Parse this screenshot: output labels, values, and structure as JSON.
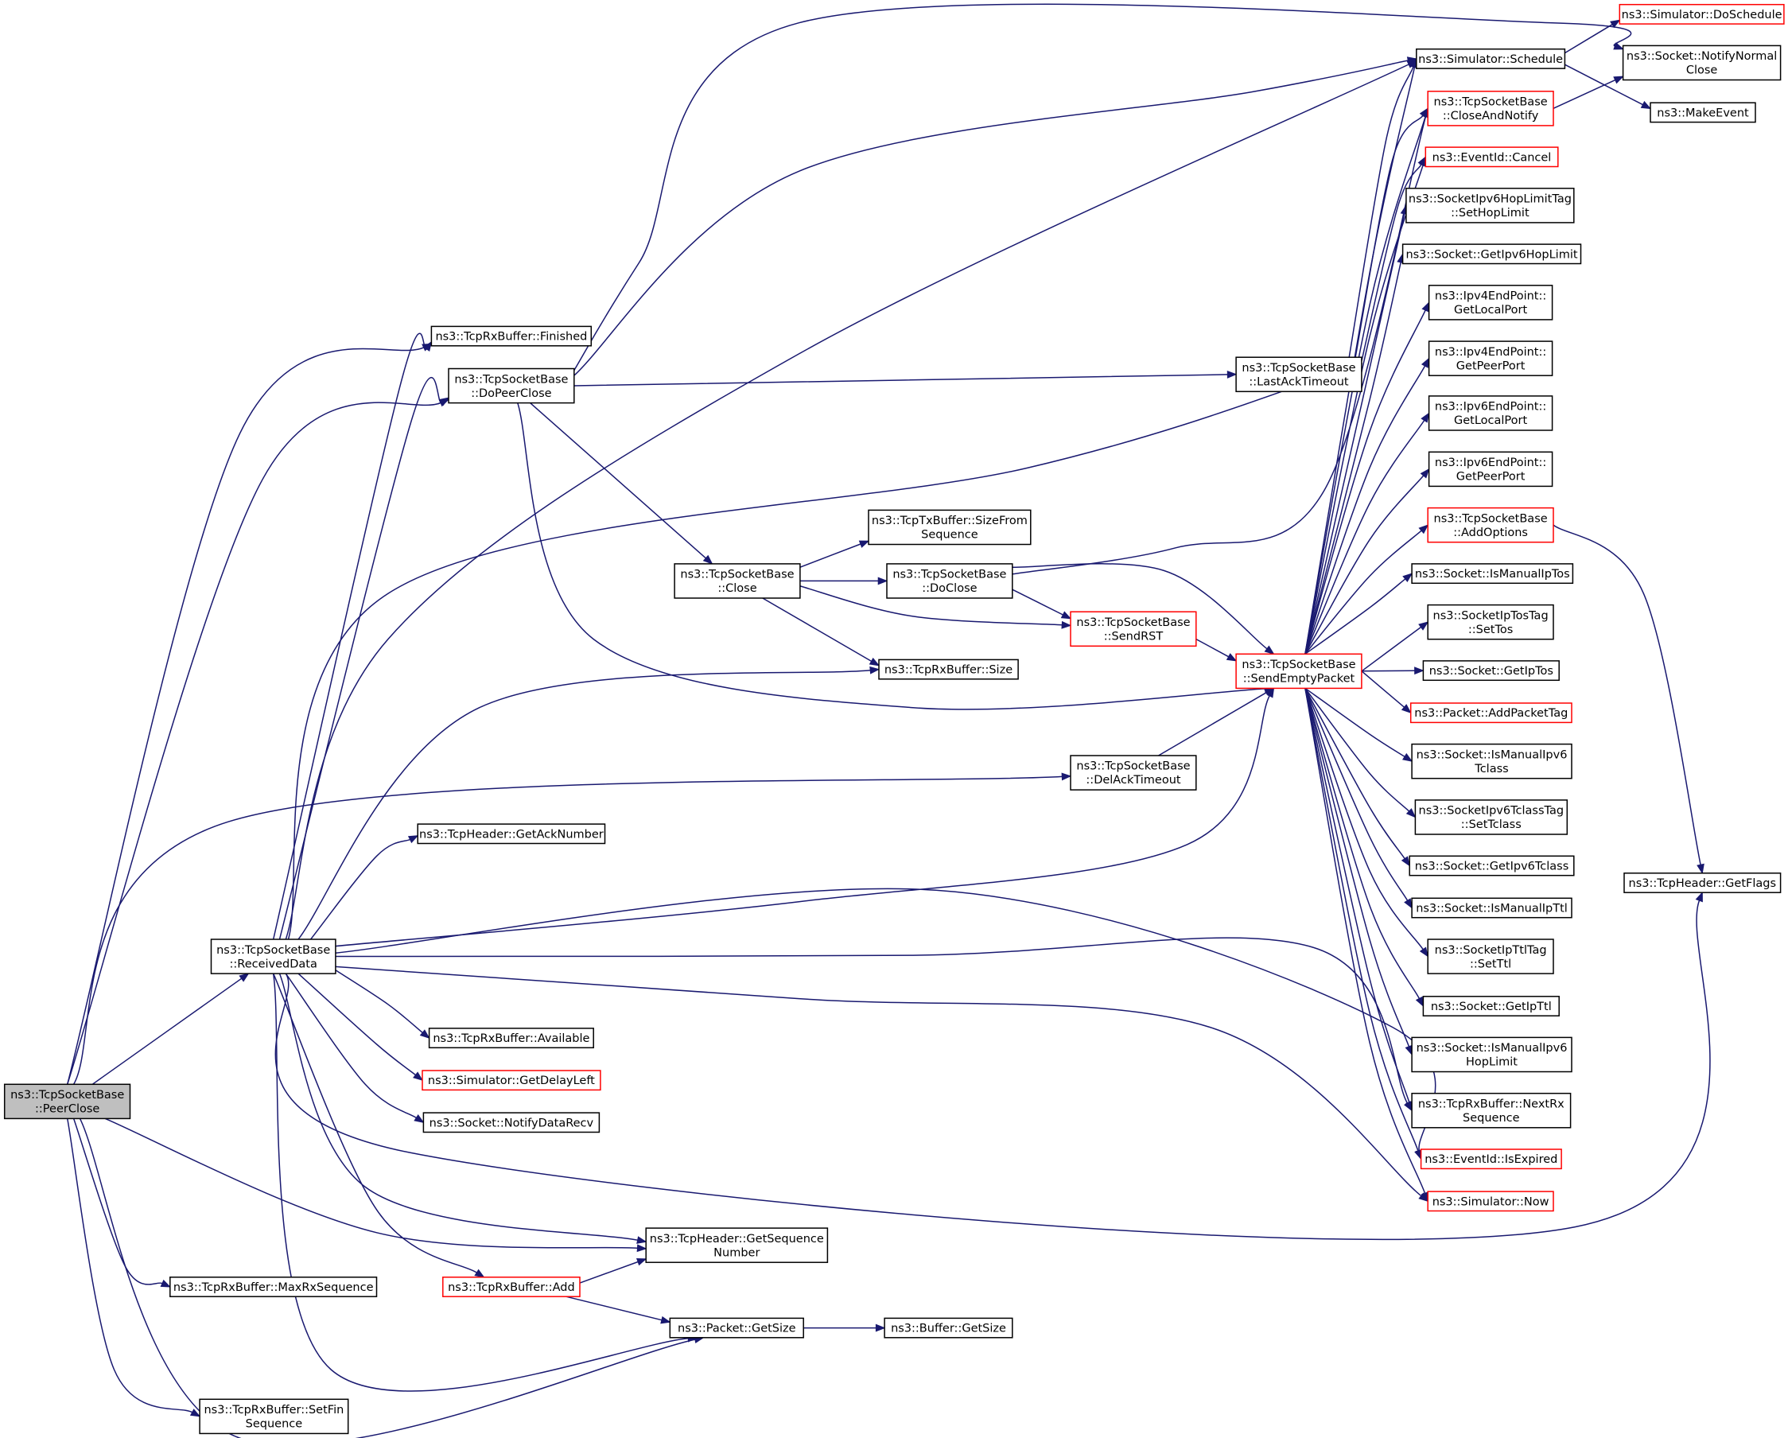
{
  "colors": {
    "edge": "#191970",
    "node_border": "#000000",
    "node_border_incomplete": "#ff0000",
    "focus_fill": "#bfbfbf",
    "background": "#ffffff"
  },
  "nodes": {
    "n_peerclose": {
      "lines": [
        "ns3::TcpSocketBase",
        "::PeerClose"
      ],
      "style": "focus"
    },
    "n_receiveddata": {
      "lines": [
        "ns3::TcpSocketBase",
        "::ReceivedData"
      ],
      "style": "normal"
    },
    "n_finished": {
      "lines": [
        "ns3::TcpRxBuffer::Finished"
      ],
      "style": "normal"
    },
    "n_dopeerclose": {
      "lines": [
        "ns3::TcpSocketBase",
        "::DoPeerClose"
      ],
      "style": "normal"
    },
    "n_maxrxseq": {
      "lines": [
        "ns3::TcpRxBuffer::MaxRxSequence"
      ],
      "style": "normal"
    },
    "n_setfinseq": {
      "lines": [
        "ns3::TcpRxBuffer::SetFin",
        "Sequence"
      ],
      "style": "normal"
    },
    "n_getackno": {
      "lines": [
        "ns3::TcpHeader::GetAckNumber"
      ],
      "style": "normal"
    },
    "n_available": {
      "lines": [
        "ns3::TcpRxBuffer::Available"
      ],
      "style": "normal"
    },
    "n_getdelayleft": {
      "lines": [
        "ns3::Simulator::GetDelayLeft"
      ],
      "style": "incomplete"
    },
    "n_notifydatarecv": {
      "lines": [
        "ns3::Socket::NotifyDataRecv"
      ],
      "style": "normal"
    },
    "n_rxadd": {
      "lines": [
        "ns3::TcpRxBuffer::Add"
      ],
      "style": "incomplete"
    },
    "n_getseqno": {
      "lines": [
        "ns3::TcpHeader::GetSequence",
        "Number"
      ],
      "style": "normal"
    },
    "n_pktgetsize": {
      "lines": [
        "ns3::Packet::GetSize"
      ],
      "style": "normal"
    },
    "n_bufgetsize": {
      "lines": [
        "ns3::Buffer::GetSize"
      ],
      "style": "normal"
    },
    "n_close": {
      "lines": [
        "ns3::TcpSocketBase",
        "::Close"
      ],
      "style": "normal"
    },
    "n_txsizefrom": {
      "lines": [
        "ns3::TcpTxBuffer::SizeFrom",
        "Sequence"
      ],
      "style": "normal"
    },
    "n_doclose": {
      "lines": [
        "ns3::TcpSocketBase",
        "::DoClose"
      ],
      "style": "normal"
    },
    "n_rxsize": {
      "lines": [
        "ns3::TcpRxBuffer::Size"
      ],
      "style": "normal"
    },
    "n_sendrst": {
      "lines": [
        "ns3::TcpSocketBase",
        "::SendRST"
      ],
      "style": "incomplete"
    },
    "n_delacktimeout": {
      "lines": [
        "ns3::TcpSocketBase",
        "::DelAckTimeout"
      ],
      "style": "normal"
    },
    "n_lastacktimeout": {
      "lines": [
        "ns3::TcpSocketBase",
        "::LastAckTimeout"
      ],
      "style": "normal"
    },
    "n_sendempty": {
      "lines": [
        "ns3::TcpSocketBase",
        "::SendEmptyPacket"
      ],
      "style": "incomplete"
    },
    "n_schedule": {
      "lines": [
        "ns3::Simulator::Schedule"
      ],
      "style": "normal"
    },
    "n_closenotify": {
      "lines": [
        "ns3::TcpSocketBase",
        "::CloseAndNotify"
      ],
      "style": "incomplete"
    },
    "n_evcancel": {
      "lines": [
        "ns3::EventId::Cancel"
      ],
      "style": "incomplete"
    },
    "n_sethoplimit": {
      "lines": [
        "ns3::SocketIpv6HopLimitTag",
        "::SetHopLimit"
      ],
      "style": "normal"
    },
    "n_getipv6hoplimit": {
      "lines": [
        "ns3::Socket::GetIpv6HopLimit"
      ],
      "style": "normal"
    },
    "n_ip4localport": {
      "lines": [
        "ns3::Ipv4EndPoint::",
        "GetLocalPort"
      ],
      "style": "normal"
    },
    "n_ip4peerport": {
      "lines": [
        "ns3::Ipv4EndPoint::",
        "GetPeerPort"
      ],
      "style": "normal"
    },
    "n_ip6localport": {
      "lines": [
        "ns3::Ipv6EndPoint::",
        "GetLocalPort"
      ],
      "style": "normal"
    },
    "n_ip6peerport": {
      "lines": [
        "ns3::Ipv6EndPoint::",
        "GetPeerPort"
      ],
      "style": "normal"
    },
    "n_addoptions": {
      "lines": [
        "ns3::TcpSocketBase",
        "::AddOptions"
      ],
      "style": "incomplete"
    },
    "n_ismanualiptos": {
      "lines": [
        "ns3::Socket::IsManualIpTos"
      ],
      "style": "normal"
    },
    "n_settos": {
      "lines": [
        "ns3::SocketIpTosTag",
        "::SetTos"
      ],
      "style": "normal"
    },
    "n_getiptos": {
      "lines": [
        "ns3::Socket::GetIpTos"
      ],
      "style": "normal"
    },
    "n_addpackettag": {
      "lines": [
        "ns3::Packet::AddPacketTag"
      ],
      "style": "incomplete"
    },
    "n_ismanualipv6tclass": {
      "lines": [
        "ns3::Socket::IsManualIpv6",
        "Tclass"
      ],
      "style": "normal"
    },
    "n_settclass": {
      "lines": [
        "ns3::SocketIpv6TclassTag",
        "::SetTclass"
      ],
      "style": "normal"
    },
    "n_getipv6tclass": {
      "lines": [
        "ns3::Socket::GetIpv6Tclass"
      ],
      "style": "normal"
    },
    "n_ismanualipttl": {
      "lines": [
        "ns3::Socket::IsManualIpTtl"
      ],
      "style": "normal"
    },
    "n_setttl": {
      "lines": [
        "ns3::SocketIpTtlTag",
        "::SetTtl"
      ],
      "style": "normal"
    },
    "n_getipttl": {
      "lines": [
        "ns3::Socket::GetIpTtl"
      ],
      "style": "normal"
    },
    "n_ismanualipv6hop": {
      "lines": [
        "ns3::Socket::IsManualIpv6",
        "HopLimit"
      ],
      "style": "normal"
    },
    "n_nextrxseq": {
      "lines": [
        "ns3::TcpRxBuffer::NextRx",
        "Sequence"
      ],
      "style": "normal"
    },
    "n_isexpired": {
      "lines": [
        "ns3::EventId::IsExpired"
      ],
      "style": "incomplete"
    },
    "n_simnow": {
      "lines": [
        "ns3::Simulator::Now"
      ],
      "style": "incomplete"
    },
    "n_doschedule": {
      "lines": [
        "ns3::Simulator::DoSchedule"
      ],
      "style": "incomplete"
    },
    "n_notifynormalclose": {
      "lines": [
        "ns3::Socket::NotifyNormal",
        "Close"
      ],
      "style": "normal"
    },
    "n_makeevent": {
      "lines": [
        "ns3::MakeEvent"
      ],
      "style": "normal"
    },
    "n_getflags": {
      "lines": [
        "ns3::TcpHeader::GetFlags"
      ],
      "style": "normal"
    }
  },
  "edges": [
    {
      "from": "n_peerclose",
      "to": "n_receiveddata"
    },
    {
      "from": "n_peerclose",
      "to": "n_finished"
    },
    {
      "from": "n_peerclose",
      "to": "n_dopeerclose"
    },
    {
      "from": "n_peerclose",
      "to": "n_delacktimeout"
    },
    {
      "from": "n_peerclose",
      "to": "n_getseqno"
    },
    {
      "from": "n_peerclose",
      "to": "n_pktgetsize"
    },
    {
      "from": "n_peerclose",
      "to": "n_maxrxseq"
    },
    {
      "from": "n_peerclose",
      "to": "n_setfinseq"
    },
    {
      "from": "n_receiveddata",
      "to": "n_finished"
    },
    {
      "from": "n_receiveddata",
      "to": "n_dopeerclose"
    },
    {
      "from": "n_receiveddata",
      "to": "n_schedule"
    },
    {
      "from": "n_receiveddata",
      "to": "n_lastacktimeout"
    },
    {
      "from": "n_receiveddata",
      "to": "n_rxsize"
    },
    {
      "from": "n_receiveddata",
      "to": "n_sendempty"
    },
    {
      "from": "n_receiveddata",
      "to": "n_getackno"
    },
    {
      "from": "n_receiveddata",
      "to": "n_available"
    },
    {
      "from": "n_receiveddata",
      "to": "n_getdelayleft"
    },
    {
      "from": "n_receiveddata",
      "to": "n_notifydatarecv"
    },
    {
      "from": "n_receiveddata",
      "to": "n_getseqno"
    },
    {
      "from": "n_receiveddata",
      "to": "n_rxadd"
    },
    {
      "from": "n_receiveddata",
      "to": "n_pktgetsize"
    },
    {
      "from": "n_receiveddata",
      "to": "n_isexpired"
    },
    {
      "from": "n_receiveddata",
      "to": "n_nextrxseq"
    },
    {
      "from": "n_receiveddata",
      "to": "n_simnow"
    },
    {
      "from": "n_receiveddata",
      "to": "n_getflags"
    },
    {
      "from": "n_dopeerclose",
      "to": "n_close"
    },
    {
      "from": "n_dopeerclose",
      "to": "n_lastacktimeout"
    },
    {
      "from": "n_dopeerclose",
      "to": "n_sendempty"
    },
    {
      "from": "n_dopeerclose",
      "to": "n_schedule"
    },
    {
      "from": "n_dopeerclose",
      "to": "n_notifynormalclose"
    },
    {
      "from": "n_close",
      "to": "n_txsizefrom"
    },
    {
      "from": "n_close",
      "to": "n_doclose"
    },
    {
      "from": "n_close",
      "to": "n_sendrst"
    },
    {
      "from": "n_close",
      "to": "n_rxsize"
    },
    {
      "from": "n_doclose",
      "to": "n_sendrst"
    },
    {
      "from": "n_doclose",
      "to": "n_sendempty"
    },
    {
      "from": "n_doclose",
      "to": "n_closenotify"
    },
    {
      "from": "n_sendrst",
      "to": "n_sendempty"
    },
    {
      "from": "n_delacktimeout",
      "to": "n_sendempty"
    },
    {
      "from": "n_rxadd",
      "to": "n_getseqno"
    },
    {
      "from": "n_rxadd",
      "to": "n_pktgetsize"
    },
    {
      "from": "n_pktgetsize",
      "to": "n_bufgetsize"
    },
    {
      "from": "n_lastacktimeout",
      "to": "n_schedule"
    },
    {
      "from": "n_lastacktimeout",
      "to": "n_closenotify"
    },
    {
      "from": "n_lastacktimeout",
      "to": "n_evcancel"
    },
    {
      "from": "n_sendempty",
      "to": "n_schedule"
    },
    {
      "from": "n_sendempty",
      "to": "n_closenotify"
    },
    {
      "from": "n_sendempty",
      "to": "n_evcancel"
    },
    {
      "from": "n_sendempty",
      "to": "n_sethoplimit"
    },
    {
      "from": "n_sendempty",
      "to": "n_getipv6hoplimit"
    },
    {
      "from": "n_sendempty",
      "to": "n_ip4localport"
    },
    {
      "from": "n_sendempty",
      "to": "n_ip4peerport"
    },
    {
      "from": "n_sendempty",
      "to": "n_ip6localport"
    },
    {
      "from": "n_sendempty",
      "to": "n_ip6peerport"
    },
    {
      "from": "n_sendempty",
      "to": "n_addoptions"
    },
    {
      "from": "n_sendempty",
      "to": "n_ismanualiptos"
    },
    {
      "from": "n_sendempty",
      "to": "n_settos"
    },
    {
      "from": "n_sendempty",
      "to": "n_getiptos"
    },
    {
      "from": "n_sendempty",
      "to": "n_addpackettag"
    },
    {
      "from": "n_sendempty",
      "to": "n_ismanualipv6tclass"
    },
    {
      "from": "n_sendempty",
      "to": "n_settclass"
    },
    {
      "from": "n_sendempty",
      "to": "n_getipv6tclass"
    },
    {
      "from": "n_sendempty",
      "to": "n_ismanualipttl"
    },
    {
      "from": "n_sendempty",
      "to": "n_setttl"
    },
    {
      "from": "n_sendempty",
      "to": "n_getipttl"
    },
    {
      "from": "n_sendempty",
      "to": "n_ismanualipv6hop"
    },
    {
      "from": "n_sendempty",
      "to": "n_nextrxseq"
    },
    {
      "from": "n_sendempty",
      "to": "n_isexpired"
    },
    {
      "from": "n_sendempty",
      "to": "n_simnow"
    },
    {
      "from": "n_schedule",
      "to": "n_doschedule"
    },
    {
      "from": "n_schedule",
      "to": "n_makeevent"
    },
    {
      "from": "n_closenotify",
      "to": "n_notifynormalclose"
    },
    {
      "from": "n_addoptions",
      "to": "n_getflags"
    }
  ]
}
